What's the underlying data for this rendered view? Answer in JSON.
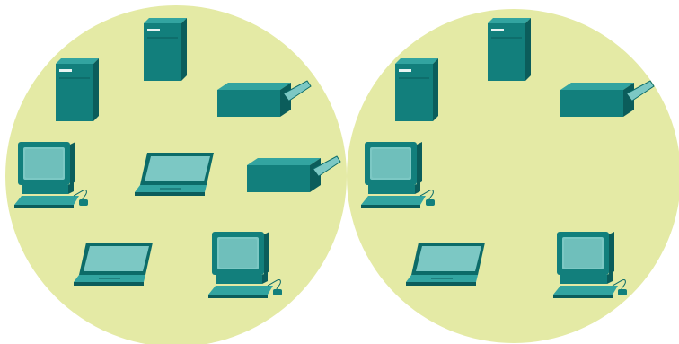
{
  "colors": {
    "background": "#ffffff",
    "network_fill": "#e4eaa5",
    "device_front": "#127f7c",
    "device_top": "#32a4a0",
    "device_side": "#0b5d5b",
    "screen": "#7cc8c4",
    "screen_frame": "#0c6b68"
  },
  "networks": [
    {
      "name": "network-left",
      "devices": [
        {
          "kind": "server",
          "icon": "server-icon"
        },
        {
          "kind": "server",
          "icon": "server-icon"
        },
        {
          "kind": "printer",
          "icon": "printer-icon"
        },
        {
          "kind": "printer",
          "icon": "printer-icon"
        },
        {
          "kind": "desktop",
          "icon": "desktop-pc-icon"
        },
        {
          "kind": "laptop",
          "icon": "laptop-icon"
        },
        {
          "kind": "laptop",
          "icon": "laptop-icon"
        },
        {
          "kind": "desktop",
          "icon": "desktop-pc-icon"
        }
      ]
    },
    {
      "name": "network-right",
      "devices": [
        {
          "kind": "server",
          "icon": "server-icon"
        },
        {
          "kind": "server",
          "icon": "server-icon"
        },
        {
          "kind": "printer",
          "icon": "printer-icon"
        },
        {
          "kind": "desktop",
          "icon": "desktop-pc-icon"
        },
        {
          "kind": "laptop",
          "icon": "laptop-icon"
        },
        {
          "kind": "desktop",
          "icon": "desktop-pc-icon"
        }
      ]
    }
  ]
}
